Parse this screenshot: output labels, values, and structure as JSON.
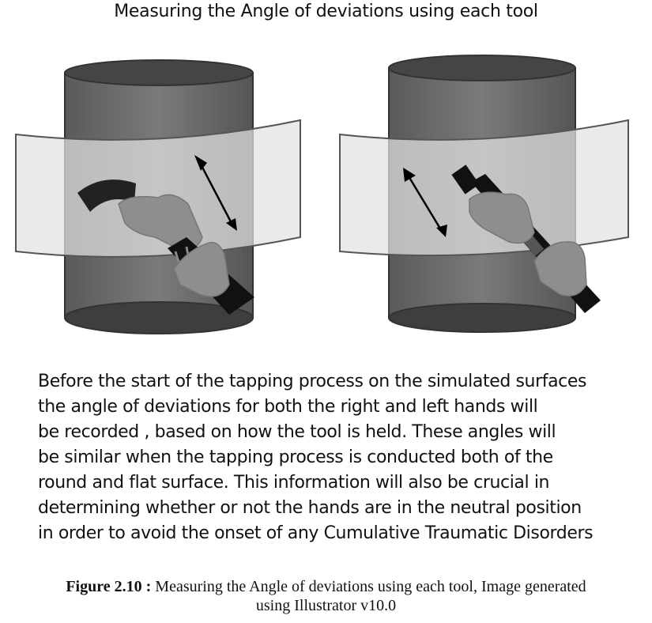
{
  "title": "Measuring the Angle of deviations using each tool",
  "description_lines": [
    "Before the start of the tapping process on the simulated surfaces",
    "the angle of deviations for both the right and left hands will",
    "be recorded , based on how the tool is held. These angles will",
    "be similar when the tapping process is conducted both of the",
    "round and flat surface. This information will also be crucial in",
    "determining whether or not the hands are in the neutral position",
    "in order to avoid the onset of any Cumulative Traumatic Disorders"
  ],
  "caption": {
    "label": "Figure 2.10 :",
    "text_line1": " Measuring the Angle of deviations using each tool, Image generated",
    "text_line2": "using Illustrator v10.0"
  },
  "colors": {
    "cylinder_body": "#6a6a6a",
    "cylinder_top": "#4a4a4a",
    "panel_fill": "#d8d8d8",
    "tool_handle": "#111111",
    "hand_fill": "#8c8c8c",
    "arrow": "#000000"
  },
  "icons": [
    "cylinder",
    "curved-panel",
    "hand",
    "hammer-tool",
    "angle-arrow"
  ]
}
